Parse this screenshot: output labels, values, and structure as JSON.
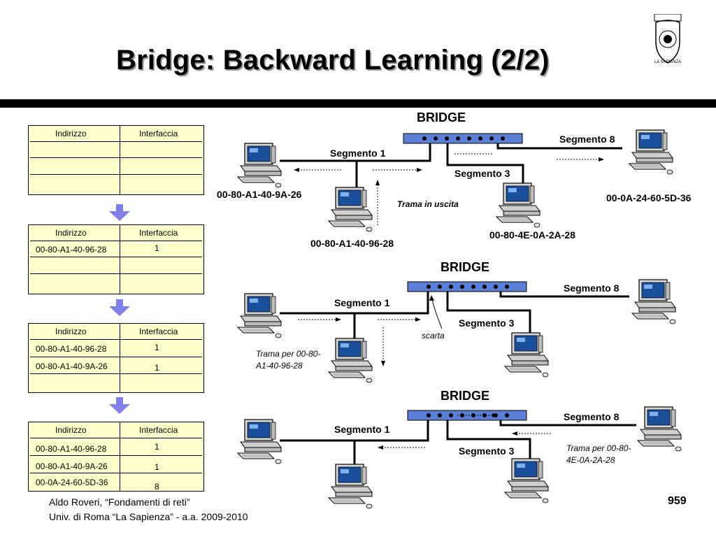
{
  "title": "Bridge: Backward Learning (2/2)",
  "logo": {
    "text": "LA SAPIENZA"
  },
  "tables": [
    {
      "header": {
        "address": "Indirizzo",
        "interface": "Interfaccia"
      },
      "rows": []
    },
    {
      "header": {
        "address": "Indirizzo",
        "interface": "Interfaccia"
      },
      "rows": [
        {
          "address": "00-80-A1-40-96-28",
          "interface": "1"
        }
      ]
    },
    {
      "header": {
        "address": "Indirizzo",
        "interface": "Interfaccia"
      },
      "rows": [
        {
          "address": "00-80-A1-40-96-28",
          "interface": "1"
        },
        {
          "address": "00-80-A1-40-9A-26",
          "interface": "1"
        }
      ]
    },
    {
      "header": {
        "address": "Indirizzo",
        "interface": "Interfaccia"
      },
      "rows": [
        {
          "address": "00-80-A1-40-96-28",
          "interface": "1"
        },
        {
          "address": "00-80-A1-40-9A-26",
          "interface": "1"
        },
        {
          "address": "00-0A-24-60-5D-36",
          "interface": "8"
        }
      ]
    }
  ],
  "diagrams": [
    {
      "bridge_label": "BRIDGE",
      "segment1": "Segmento 1",
      "segment3": "Segmento 3",
      "segment8": "Segmento 8",
      "mac_left": "00-80-A1-40-9A-26",
      "mac_middle": "00-80-A1-40-96-28",
      "mac_seg3": "00-80-4E-0A-2A-28",
      "mac_right": "00-0A-24-60-5D-36",
      "note": "Trama in uscita"
    },
    {
      "bridge_label": "BRIDGE",
      "segment1": "Segmento 1",
      "segment3": "Segmento 3",
      "segment8": "Segmento 8",
      "note": "scarta",
      "note2": "Trama per  00-80-A1-40-96-28"
    },
    {
      "bridge_label": "BRIDGE",
      "segment1": "Segmento 1",
      "segment3": "Segmento 3",
      "segment8": "Segmento 8",
      "note": "Trama per 00-80-4E-0A-2A-28"
    }
  ],
  "footer": {
    "line1": "Aldo Roveri, “Fondamenti di reti”",
    "line2": "Univ. di Roma “La Sapienza” - a.a. 2009-2010",
    "page": "959"
  }
}
